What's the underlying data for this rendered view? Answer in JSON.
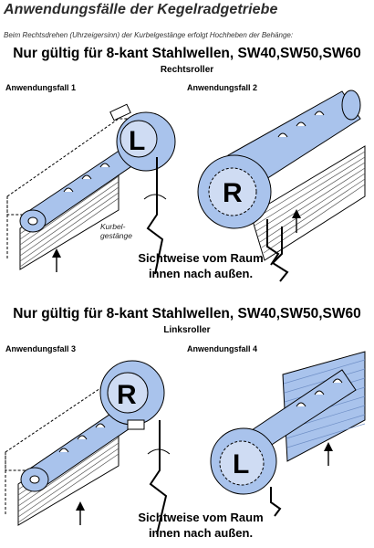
{
  "title": "Anwendungsfälle der Kegelradgetriebe",
  "subtitle": "Beim Rechtsdrehen (Uhrzeigersinn) der Kurbelgestänge erfolgt Hochheben der Behänge:",
  "section_right": {
    "headline": "Nur gültig für 8-kant Stahlwellen, SW40,SW50,SW60",
    "role": "Rechtsroller",
    "case_a": {
      "label": "Anwendungsfall 1",
      "letter": "L"
    },
    "case_b": {
      "label": "Anwendungsfall 2",
      "letter": "R"
    },
    "kurbel": [
      "Kurbel-",
      "gestänge"
    ],
    "view": [
      "Sichtweise vom Raum",
      "innen  nach  außen."
    ]
  },
  "section_left": {
    "headline": "Nur gültig für 8-kant Stahlwellen, SW40,SW50,SW60",
    "role": "Linksroller",
    "case_a": {
      "label": "Anwendungsfall 3",
      "letter": "R"
    },
    "case_b": {
      "label": "Anwendungsfall 4",
      "letter": "L"
    },
    "view": [
      "Sichtweise vom Raum",
      "innen  nach  außen."
    ]
  },
  "colors": {
    "shaft": "#a9c3ec",
    "shaft_dark": "#6f8fc6",
    "line": "#000000"
  }
}
